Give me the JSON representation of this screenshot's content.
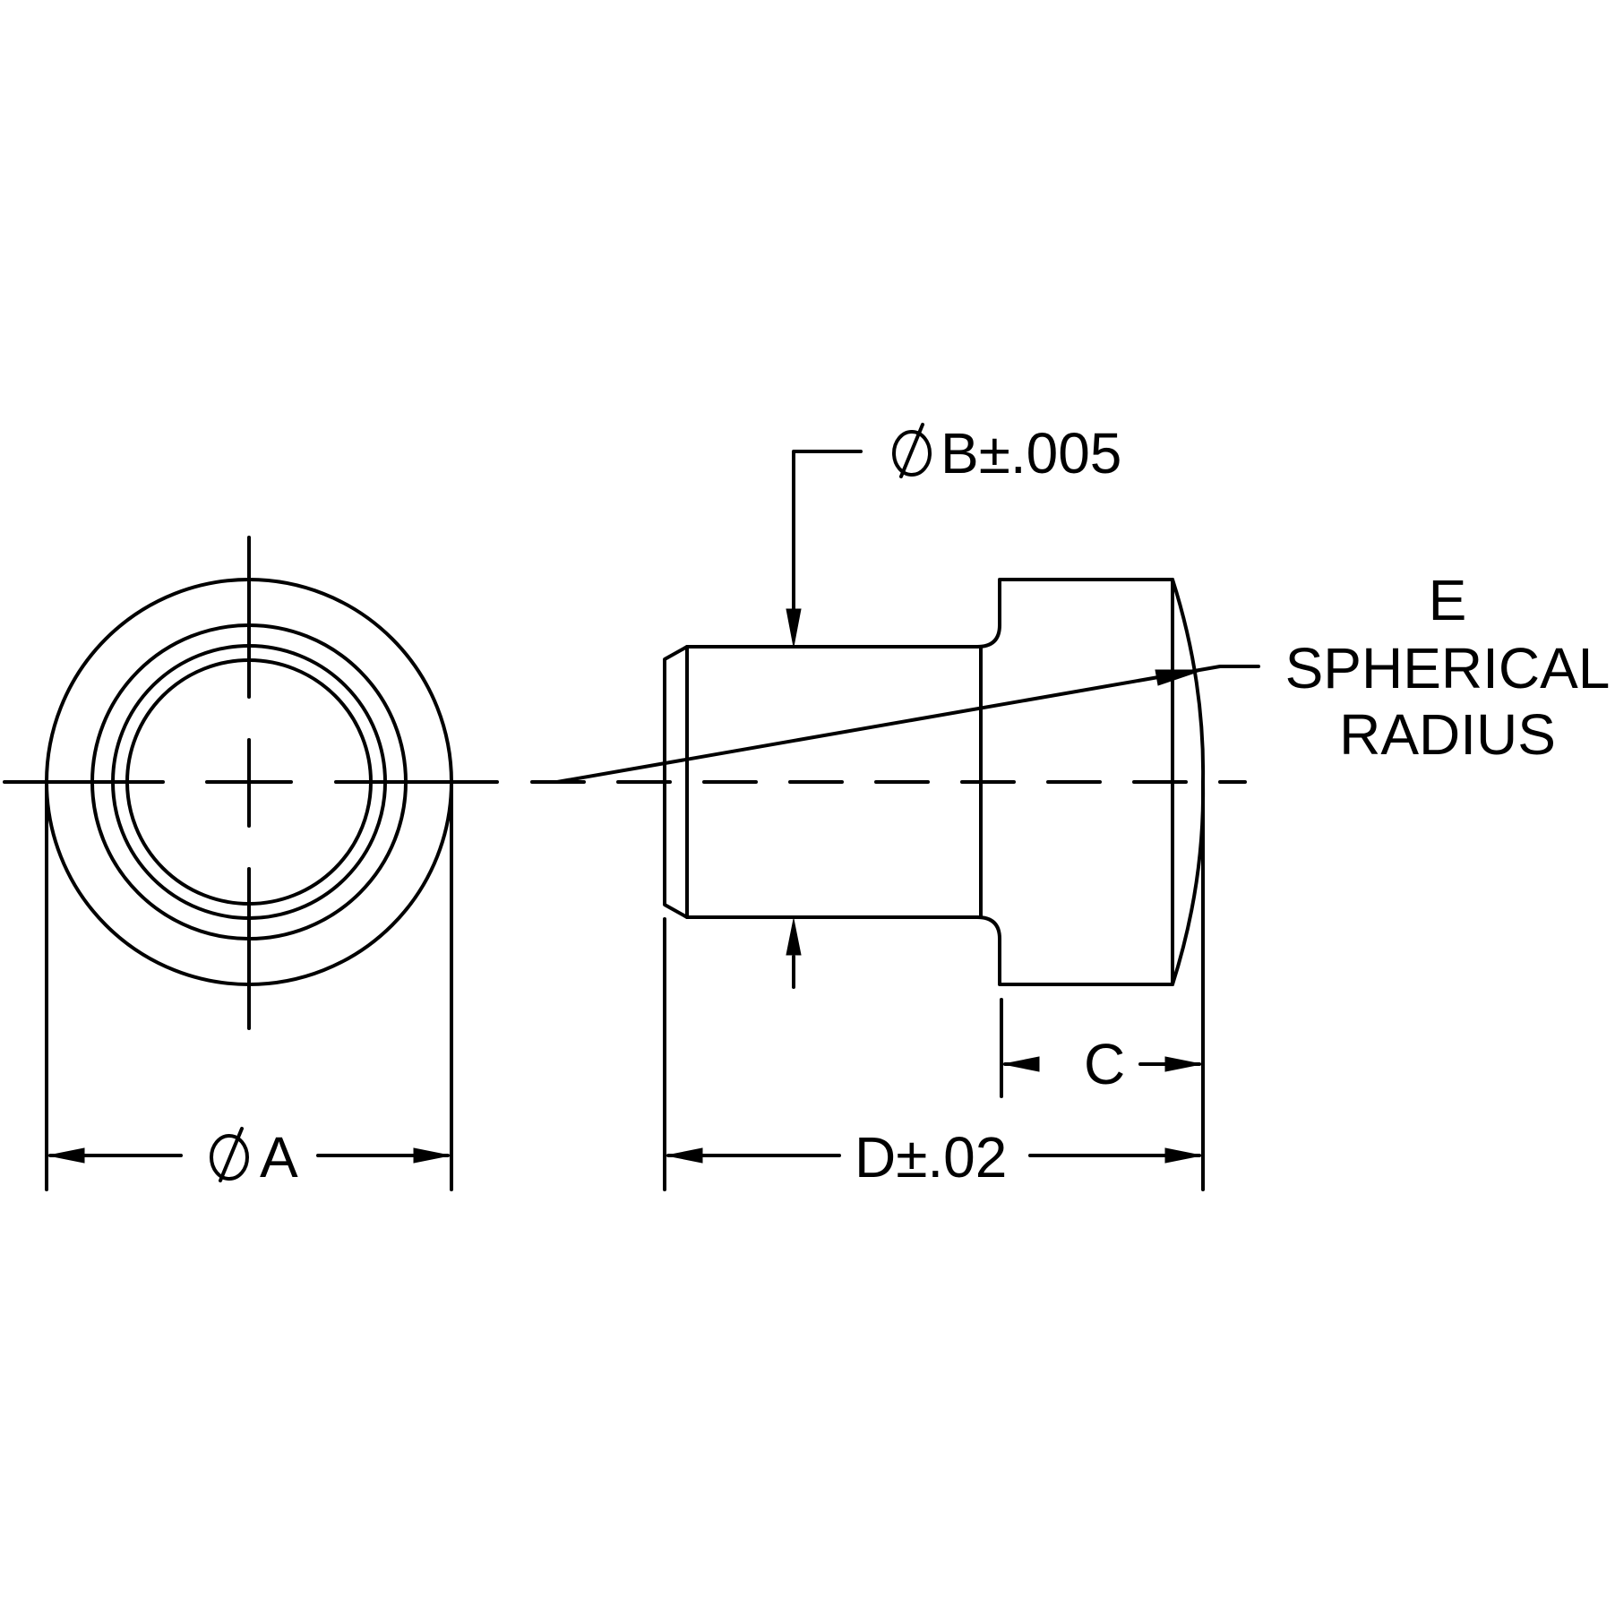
{
  "labels": {
    "dim_a": "A",
    "dim_b": "B±.005",
    "dim_c": "C",
    "dim_d": "D±.02",
    "note_e_line1": "E",
    "note_e_line2": "SPHERICAL",
    "note_e_line3": "RADIUS"
  },
  "symbols": {
    "diameter": "diameter-symbol"
  }
}
